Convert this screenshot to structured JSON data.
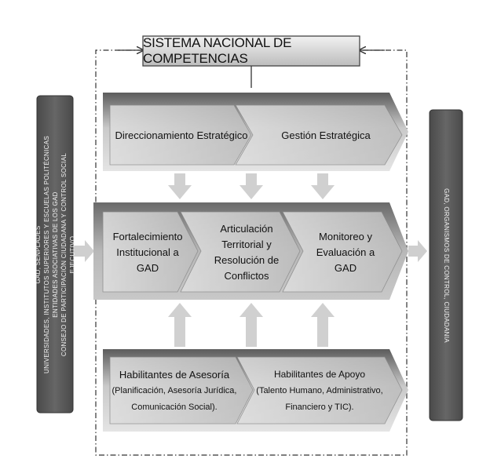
{
  "title": "SISTEMA NACIONAL DE COMPETENCIAS",
  "left_panel_lines": [
    "GAD, SENPLADES",
    "UNIVERSIDADES, INSTITUTOS SUPERIORES Y ESCUELAS POLITÉCNICAS",
    "ENTIDADES ASOCIATIVAS DE LOS GAD",
    "CONSEJO DE PARTICIPACIÓN CIUDADANA Y CONTROL SOCIAL",
    "EJECUTIVO"
  ],
  "right_panel": "GAD, ORGANISMOS DE CONTROL, CIUDADANIA",
  "top_row": {
    "left": "Direccionamiento Estratégico",
    "right": "Gestión Estratégica"
  },
  "middle_row": {
    "first": [
      "Fortalecimiento",
      "Institucional a",
      "GAD"
    ],
    "second": [
      "Articulación",
      "Territorial y",
      "Resolución de",
      "Conflictos"
    ],
    "third": [
      "Monitoreo y",
      "Evaluación a",
      "GAD"
    ]
  },
  "bottom_row": {
    "left": [
      "Habilitantes de Asesoría",
      "(Planificación, Asesoría Jurídica,",
      "Comunicación Social)."
    ],
    "right": [
      "Habilitantes de Apoyo",
      "(Talento Humano, Administrativo,",
      "Financiero y TIC)."
    ]
  },
  "colors": {
    "panel_dark": "#5a5a5a",
    "band_dark": "#6a6a6a",
    "band_light": "#d2d2d2",
    "arrow": "#d0d0d0",
    "text": "#111111"
  }
}
